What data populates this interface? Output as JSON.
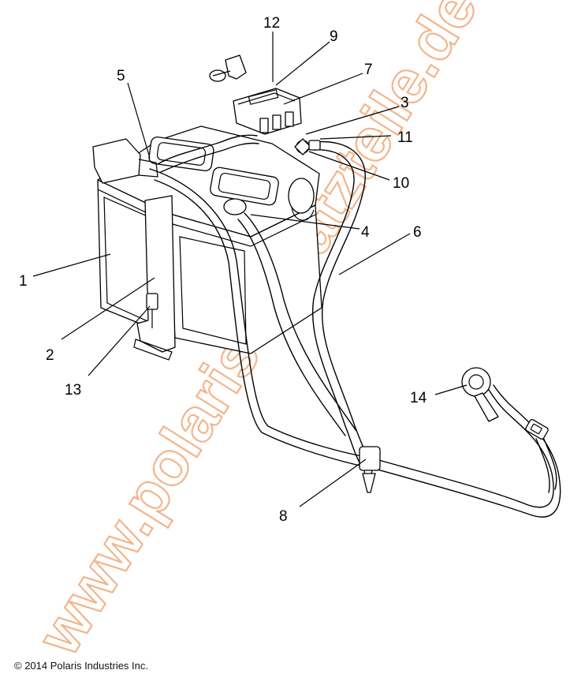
{
  "watermark": "www.polaris-ersatzteile.de",
  "copyright": "© 2014 Polaris Industries Inc.",
  "callouts": [
    {
      "id": "callout-1",
      "label": "1"
    },
    {
      "id": "callout-2",
      "label": "2"
    },
    {
      "id": "callout-3",
      "label": "3"
    },
    {
      "id": "callout-4",
      "label": "4"
    },
    {
      "id": "callout-5",
      "label": "5"
    },
    {
      "id": "callout-6",
      "label": "6"
    },
    {
      "id": "callout-7",
      "label": "7"
    },
    {
      "id": "callout-8",
      "label": "8"
    },
    {
      "id": "callout-9",
      "label": "9"
    },
    {
      "id": "callout-10",
      "label": "10"
    },
    {
      "id": "callout-11",
      "label": "11"
    },
    {
      "id": "callout-12",
      "label": "12"
    },
    {
      "id": "callout-13",
      "label": "13"
    },
    {
      "id": "callout-14",
      "label": "14"
    }
  ],
  "colors": {
    "watermark": "#f3b58c",
    "lines": "#000000",
    "background": "#ffffff"
  }
}
